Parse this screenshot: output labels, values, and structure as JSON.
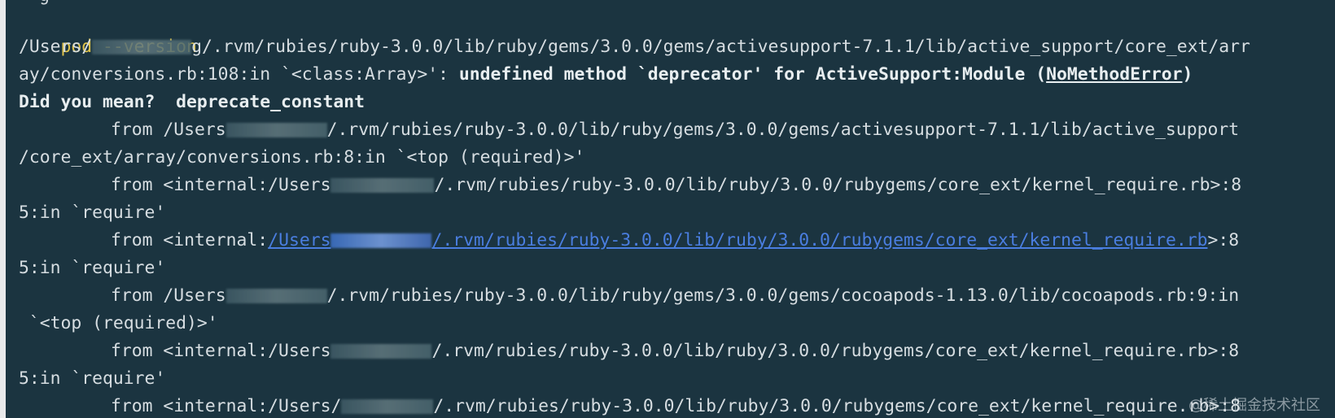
{
  "terminal": {
    "top_fragment": "~ g",
    "prompt": "pod --version",
    "lines": [
      "/Users/",
      "g/.rvm/rubies/ruby-3.0.0/lib/ruby/gems/3.0.0/gems/activesupport-7.1.1/lib/active_support/core_ext/arr",
      "ay/conversions.rb:108:in `<class:Array>': ",
      "undefined method `deprecator' for ActiveSupport:Module (",
      "NoMethodError",
      ")",
      "Did you mean?  deprecate_constant",
      "from /Users",
      "/.rvm/rubies/ruby-3.0.0/lib/ruby/gems/3.0.0/gems/activesupport-7.1.1/lib/active_support",
      "/core_ext/array/conversions.rb:8:in `<top (required)>'",
      "from <internal:/Users",
      "/.rvm/rubies/ruby-3.0.0/lib/ruby/3.0.0/rubygems/core_ext/kernel_require.rb>:8",
      "5:in `require'",
      "from <internal:",
      "/Users",
      "/.rvm/rubies/ruby-3.0.0/lib/ruby/3.0.0/rubygems/core_ext/kernel_require.rb",
      ">:8",
      "5:in `require'",
      "from /Users",
      "/.rvm/rubies/ruby-3.0.0/lib/ruby/gems/3.0.0/gems/cocoapods-1.13.0/lib/cocoapods.rb:9:in",
      " `<top (required)>'",
      "from <internal:/Users",
      "/.rvm/rubies/ruby-3.0.0/lib/ruby/3.0.0/rubygems/core_ext/kernel_require.rb>:8",
      "5:in `require'",
      "from <internal:/Users/",
      "/.rvm/rubies/ruby-3.0.0/lib/ruby/3.0.0/rubygems/core_ext/kernel_require.rb>:8"
    ]
  },
  "colors": {
    "background": "#1b3440",
    "text": "#d6dde1",
    "command": "#e1c44b",
    "link": "#4a7ee0",
    "prompt_red": "#e2625c",
    "prompt_yellow": "#e7c06b"
  },
  "watermark": "@稀土掘金技术社区"
}
